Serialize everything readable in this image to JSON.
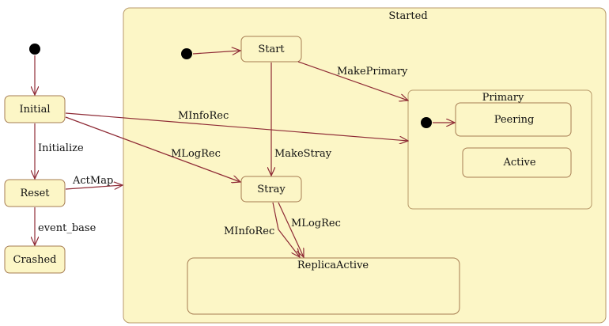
{
  "colors": {
    "state_fill": "#fcf6c6",
    "state_border": "#a67c52",
    "transition": "#8e2a35",
    "initial_pseudostate": "#000000"
  },
  "states": {
    "initial": "Initial",
    "reset": "Reset",
    "crashed": "Crashed",
    "started": "Started",
    "start": "Start",
    "stray": "Stray",
    "primary": "Primary",
    "peering": "Peering",
    "active": "Active",
    "replica_active": "ReplicaActive"
  },
  "transitions": {
    "initialize": "Initialize",
    "event_base": "event_base",
    "actmap": "ActMap",
    "minforec_primary": "MInfoRec",
    "mlogrec_stray": "MLogRec",
    "makeprimary": "MakePrimary",
    "makestray": "MakeStray",
    "minforec_replica": "MInfoRec",
    "mlogrec_replica": "MLogRec"
  }
}
